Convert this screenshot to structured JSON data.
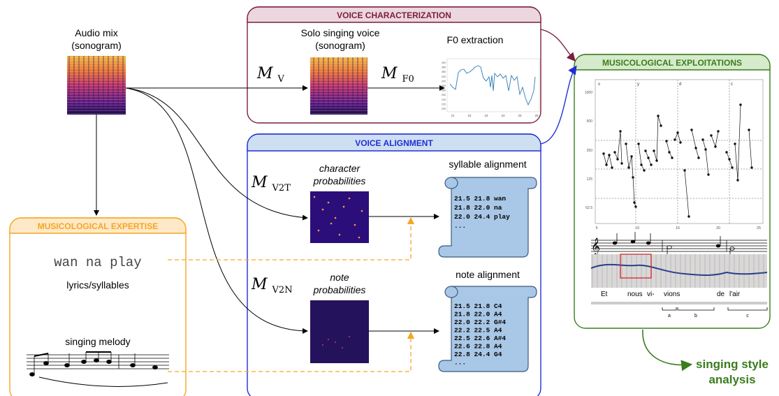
{
  "colors": {
    "voice_char": "#7a1f3d",
    "voice_char_fill": "#ecd6df",
    "voice_align": "#1f2fd6",
    "voice_align_fill": "#cfdff2",
    "musicology_exp": "#f5a623",
    "musicology_exp_fill": "#fde9c7",
    "musicology_exploit": "#3a7d1e",
    "musicology_exploit_fill": "#d6ebcb",
    "scroll_fill": "#a9c7e6",
    "scroll_stroke": "#3d5a80"
  },
  "audio_mix": {
    "line1": "Audio mix",
    "line2": "(sonogram)"
  },
  "voice_characterization": {
    "title": "VOICE CHARACTERIZATION",
    "solo_line1": "Solo singing voice",
    "solo_line2": "(sonogram)",
    "f0_label": "F0 extraction",
    "model_v": {
      "main": "M",
      "sub": "V"
    },
    "model_f0": {
      "main": "M",
      "sub": "F0"
    },
    "f0_yticks": [
      "400",
      "380",
      "360",
      "340",
      "320",
      "300",
      "280",
      "260",
      "240",
      "220",
      "200"
    ],
    "f0_xticks": [
      "21",
      "22",
      "23",
      "24",
      "25",
      "26"
    ]
  },
  "voice_alignment": {
    "title": "VOICE ALIGNMENT",
    "model_v2t": {
      "main": "M",
      "sub": "V2T"
    },
    "model_v2n": {
      "main": "M",
      "sub": "V2N"
    },
    "char_prob_line1": "character",
    "char_prob_line2": "probabilities",
    "note_prob_line1": "note",
    "note_prob_line2": "probabilities",
    "syllable_title": "syllable alignment",
    "syllable_rows": [
      "21.5 21.8 wan",
      "21.8 22.0 na",
      "22.0 24.4 play",
      "..."
    ],
    "note_title": "note alignment",
    "note_rows": [
      "21.5 21.8 C4",
      "21.8 22.0 A4",
      "22.0 22.2 G#4",
      "22.2 22.5 A4",
      "22.5 22.6 A#4",
      "22.6 22.8 A4",
      "22.8 24.4 G4",
      "..."
    ]
  },
  "musicological_expertise": {
    "title": "MUSICOLOGICAL EXPERTISE",
    "lyrics_text": "wan na play",
    "lyrics_caption": "lyrics/syllables",
    "melody_caption": "singing melody"
  },
  "musicological_exploitations": {
    "title": "MUSICOLOGICAL EXPLOITATIONS",
    "plot_yticks": [
      "1000",
      "500",
      "250",
      "125",
      "62.5"
    ],
    "plot_xticks": [
      "5",
      "10",
      "15",
      "20",
      "25"
    ],
    "plot_markers": [
      "s",
      "y",
      "d",
      "c"
    ],
    "lyrics": [
      "Et",
      "nous",
      "vi-",
      "vions",
      "de",
      "l'air"
    ],
    "brackets": [
      "a",
      "b",
      "c"
    ],
    "outcome_line1": "singing style",
    "outcome_line2": "analysis"
  }
}
